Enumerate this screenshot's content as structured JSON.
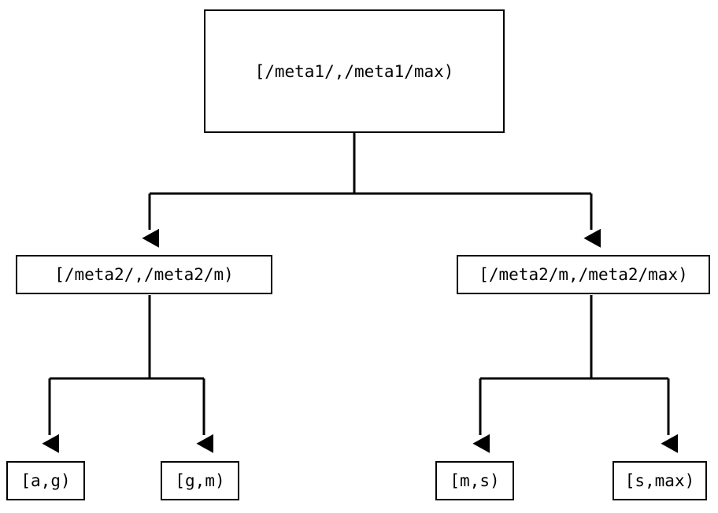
{
  "diagram": {
    "type": "tree",
    "title": "",
    "orientation": "top-down",
    "colors": {
      "stroke": "#000000",
      "node_fill": "#ffffff",
      "background": "#ffffff",
      "text": "#000000"
    },
    "nodes": {
      "root": {
        "label": "[/meta1/,/meta1/max)",
        "level": 0
      },
      "mid_left": {
        "label": "[/meta2/,/meta2/m)",
        "level": 1
      },
      "mid_right": {
        "label": "[/meta2/m,/meta2/max)",
        "level": 1
      },
      "leaf_1": {
        "label": "[a,g)",
        "level": 2
      },
      "leaf_2": {
        "label": "[g,m)",
        "level": 2
      },
      "leaf_3": {
        "label": "[m,s)",
        "level": 2
      },
      "leaf_4": {
        "label": "[s,max)",
        "level": 2
      }
    },
    "edges": [
      {
        "from": "root",
        "to": "mid_left",
        "arrow": "filled-triangle"
      },
      {
        "from": "root",
        "to": "mid_right",
        "arrow": "filled-triangle"
      },
      {
        "from": "mid_left",
        "to": "leaf_1",
        "arrow": "filled-triangle"
      },
      {
        "from": "mid_left",
        "to": "leaf_2",
        "arrow": "filled-triangle"
      },
      {
        "from": "mid_right",
        "to": "leaf_3",
        "arrow": "filled-triangle"
      },
      {
        "from": "mid_right",
        "to": "leaf_4",
        "arrow": "filled-triangle"
      }
    ]
  }
}
